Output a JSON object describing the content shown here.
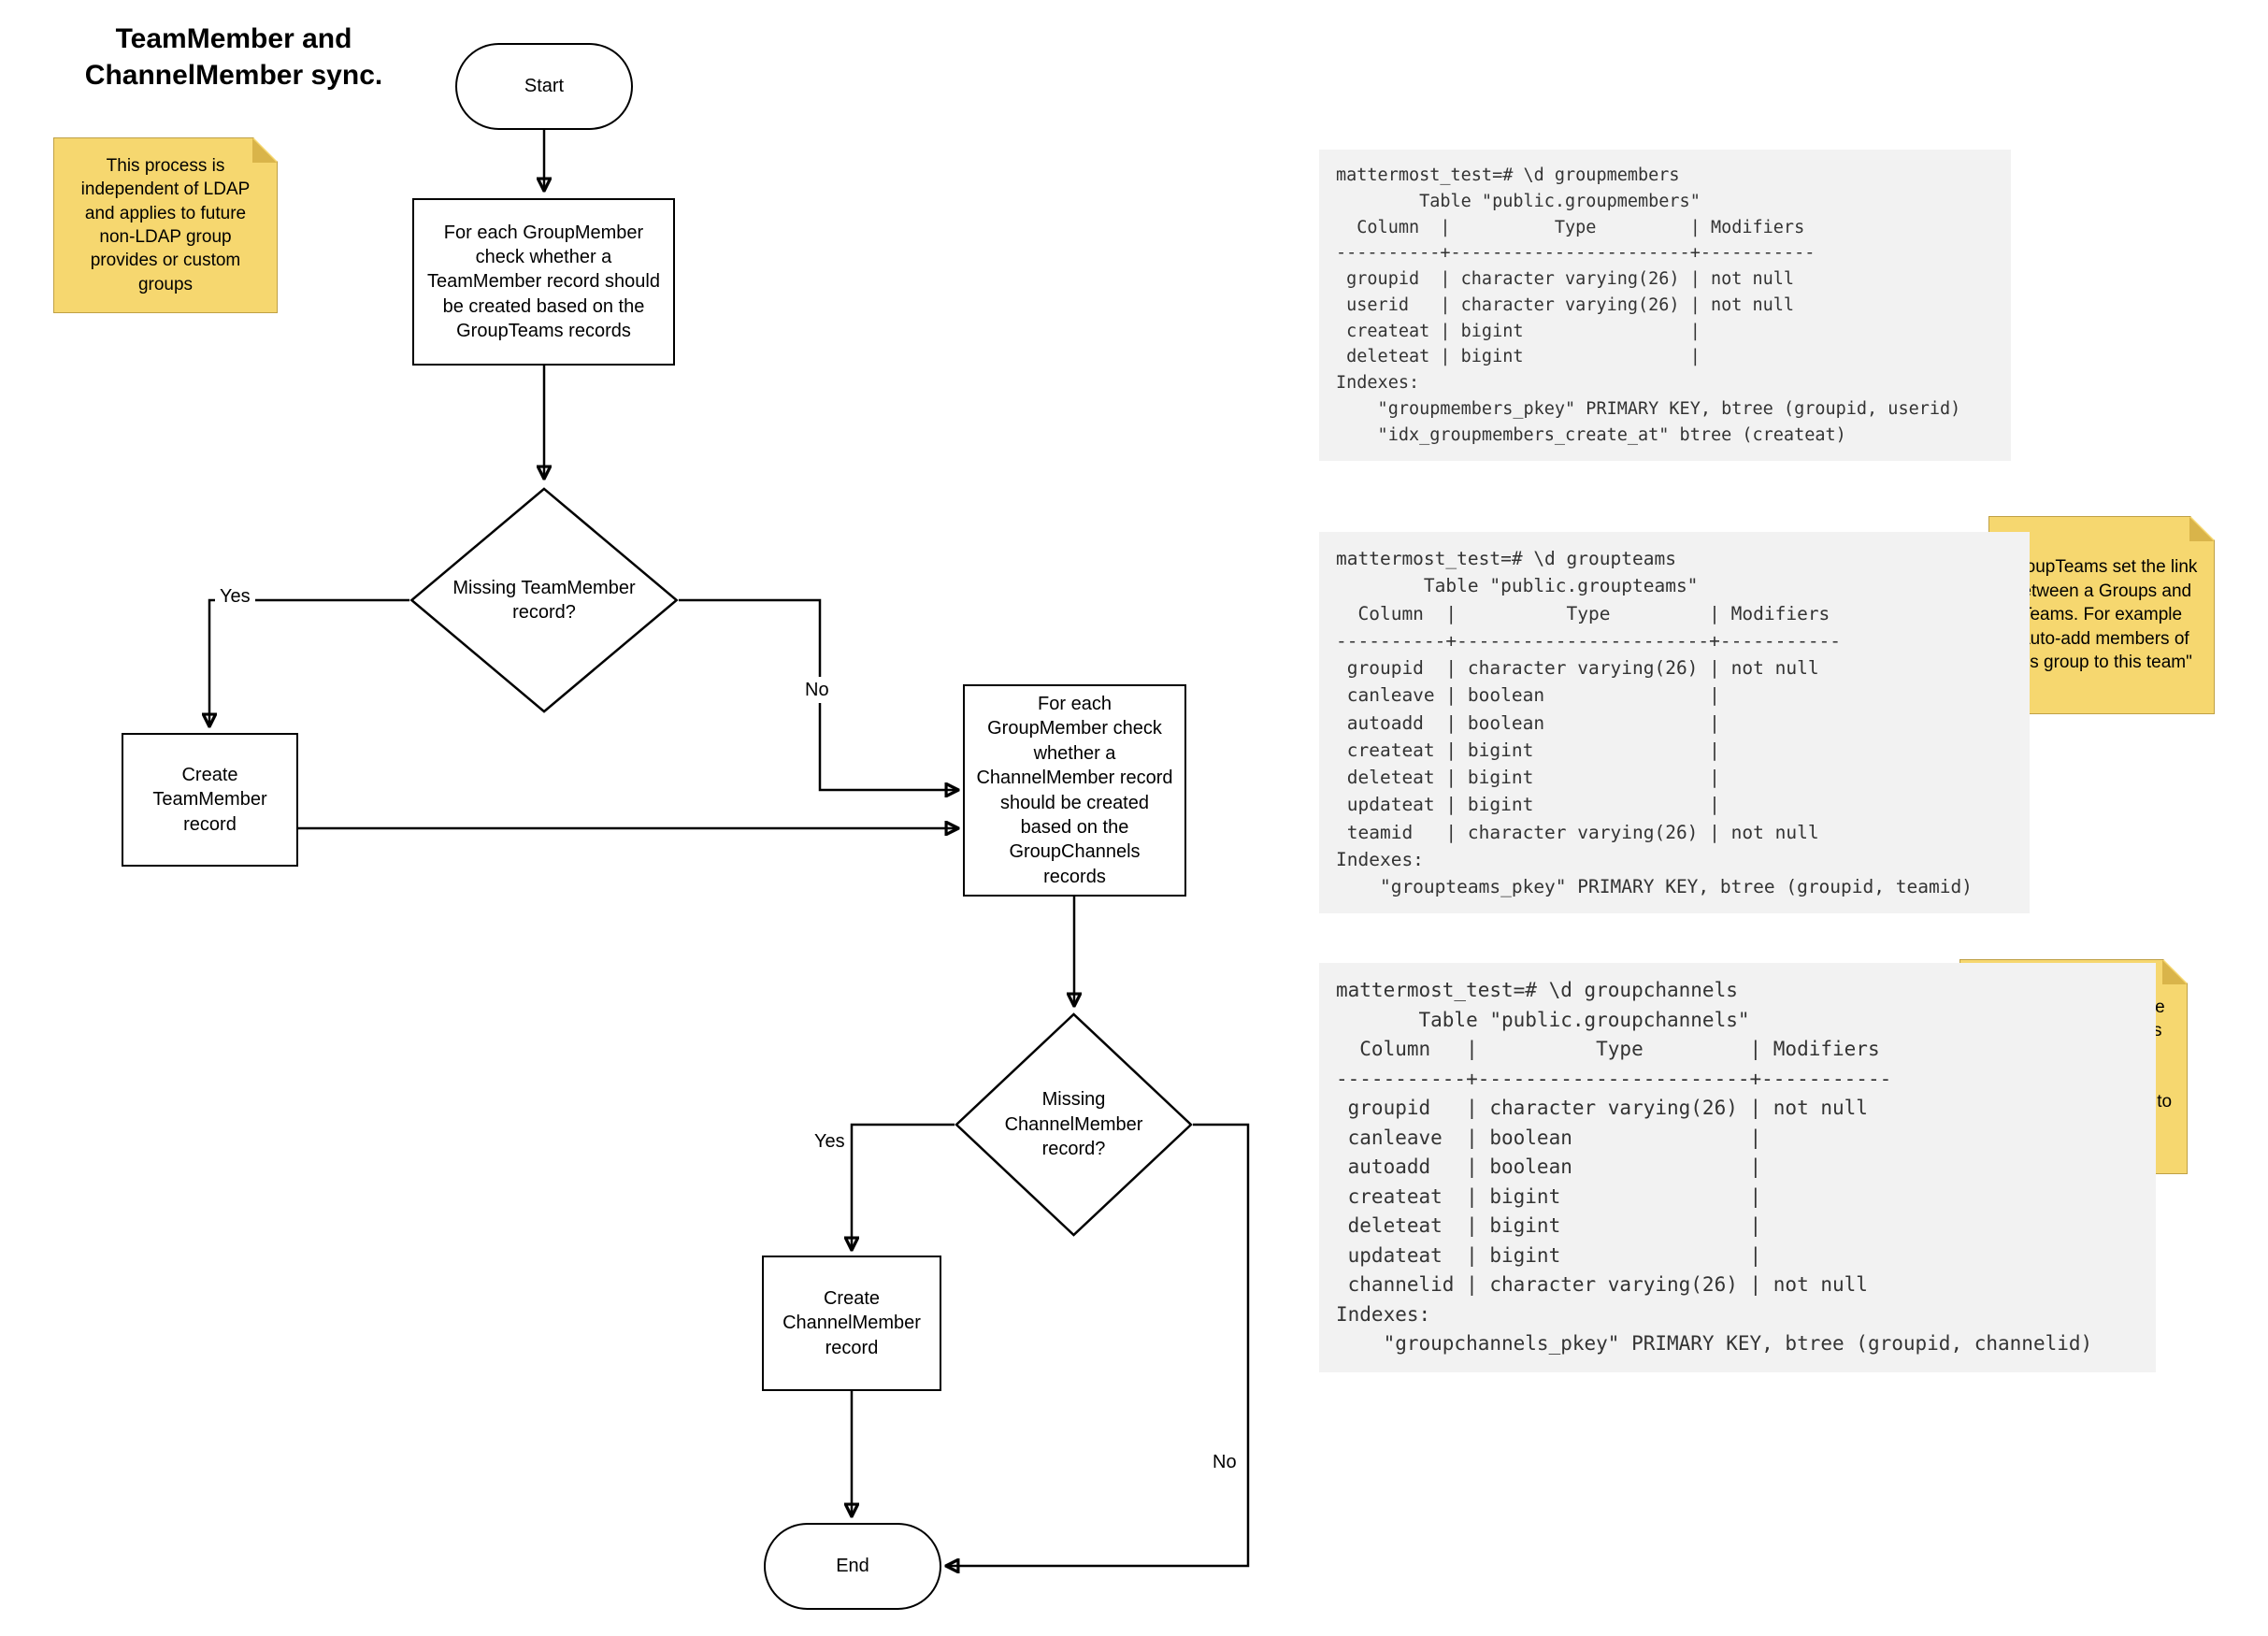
{
  "title": "TeamMember and\nChannelMember sync.",
  "colors": {
    "note_bg": "#F6D76F",
    "note_fold": "#D9B44A",
    "note_border": "#BFA045",
    "terminal_bg": "#F2F2F2",
    "line": "#000000",
    "shape_fill": "#FFFFFF"
  },
  "flowchart": {
    "start_label": "Start",
    "step_teammember": "For each GroupMember check whether a TeamMember record should be created based on the GroupTeams records",
    "decision_teammember": "Missing TeamMember record?",
    "create_teammember": "Create TeamMember record",
    "step_channelmember": "For each GroupMember check whether a ChannelMember record should be created based on the GroupChannels records",
    "decision_channelmember": "Missing ChannelMember record?",
    "create_channelmember": "Create ChannelMember record",
    "end_label": "End",
    "labels": {
      "yes_teammember": "Yes",
      "no_teammember": "No",
      "yes_channelmember": "Yes",
      "no_channelmember": "No"
    }
  },
  "notes": {
    "ldap": "This process is independent of LDAP and applies to future non-LDAP group provides or custom groups",
    "groupteams": "GroupTeams set the link between a Groups and Teams. For example \"auto-add members of this group to this team\"",
    "groupchannels": "GroupChannels set the link between a Groups and Channels. For example \"auto-add members of this group to this channel\""
  },
  "terminals": {
    "groupmembers": "mattermost_test=# \\d groupmembers\n        Table \"public.groupmembers\"\n  Column  |          Type         | Modifiers\n----------+-----------------------+-----------\n groupid  | character varying(26) | not null\n userid   | character varying(26) | not null\n createat | bigint                |\n deleteat | bigint                |\nIndexes:\n    \"groupmembers_pkey\" PRIMARY KEY, btree (groupid, userid)\n    \"idx_groupmembers_create_at\" btree (createat)",
    "groupteams": "mattermost_test=# \\d groupteams\n        Table \"public.groupteams\"\n  Column  |          Type         | Modifiers\n----------+-----------------------+-----------\n groupid  | character varying(26) | not null\n canleave | boolean               |\n autoadd  | boolean               |\n createat | bigint                |\n deleteat | bigint                |\n updateat | bigint                |\n teamid   | character varying(26) | not null\nIndexes:\n    \"groupteams_pkey\" PRIMARY KEY, btree (groupid, teamid)",
    "groupchannels": "mattermost_test=# \\d groupchannels\n       Table \"public.groupchannels\"\n  Column   |          Type         | Modifiers\n-----------+-----------------------+-----------\n groupid   | character varying(26) | not null\n canleave  | boolean               |\n autoadd   | boolean               |\n createat  | bigint                |\n deleteat  | bigint                |\n updateat  | bigint                |\n channelid | character varying(26) | not null\nIndexes:\n    \"groupchannels_pkey\" PRIMARY KEY, btree (groupid, channelid)"
  }
}
